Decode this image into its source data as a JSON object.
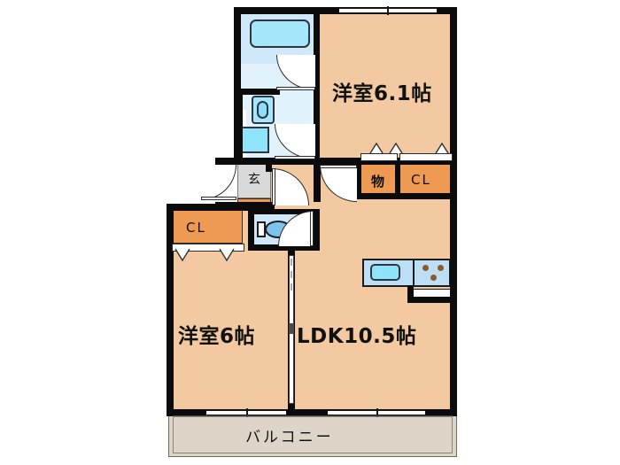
{
  "plan": {
    "type": "japanese-apartment-floor-plan",
    "layout_code": "2LDK",
    "rooms": [
      {
        "id": "washitsu_top",
        "label": "洋室6.1帖",
        "label_en": "Western-style room 6.1 tatami",
        "area_jo": 6.1
      },
      {
        "id": "washitsu_left",
        "label": "洋室6帖",
        "label_en": "Western-style room 6 tatami",
        "area_jo": 6
      },
      {
        "id": "ldk",
        "label": "LDK10.5帖",
        "label_en": "Living Dining Kitchen 10.5 tatami",
        "area_jo": 10.5
      },
      {
        "id": "balcony",
        "label": "バルコニー",
        "label_en": "Balcony"
      }
    ],
    "storage": [
      {
        "id": "cl_top",
        "label": "CL",
        "label_en": "Closet"
      },
      {
        "id": "cl_left",
        "label": "CL",
        "label_en": "Closet"
      },
      {
        "id": "mono",
        "label": "物",
        "label_en": "Storage"
      }
    ],
    "entrance": {
      "id": "genkan",
      "label": "玄",
      "label_en": "Entrance"
    },
    "fixtures": [
      {
        "id": "bathtub",
        "name": "bathtub"
      },
      {
        "id": "washbasin",
        "name": "washbasin"
      },
      {
        "id": "washer-space",
        "name": "washing-machine-space"
      },
      {
        "id": "toilet",
        "name": "toilet"
      },
      {
        "id": "kitchen-sink",
        "name": "kitchen-sink"
      },
      {
        "id": "stove",
        "name": "three-burner-stove"
      }
    ],
    "colors": {
      "wall": "#0b0b0b",
      "room_floor": "#f2c9a0",
      "wet_area": "#cfe9fb",
      "closet": "#ee9a52",
      "balcony": "#dcd5c8",
      "genkan": "#d9d9d9",
      "tub_fill": "#a5e6fb",
      "background": "#ffffff"
    }
  }
}
